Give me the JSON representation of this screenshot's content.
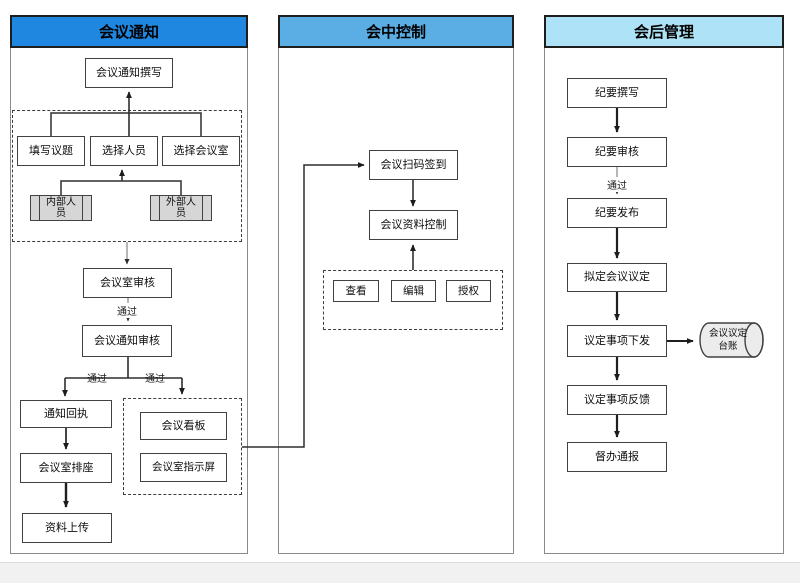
{
  "columns": [
    {
      "title": "会议通知",
      "color": "#1f87df"
    },
    {
      "title": "会中控制",
      "color": "#5aaee3"
    },
    {
      "title": "会后管理",
      "color": "#aee3f7"
    }
  ],
  "col1": {
    "notice_draft": "会议通知撰写",
    "fill_topic": "填写议题",
    "select_people": "选择人员",
    "select_room": "选择会议室",
    "internal_people": "内部人员",
    "external_people": "外部人员",
    "room_review": "会议室审核",
    "pass_room": "通过",
    "notice_review": "会议通知审核",
    "pass_left": "通过",
    "pass_right": "通过",
    "notice_receipt": "通知回执",
    "room_seating": "会议室排座",
    "material_upload": "资料上传",
    "meeting_board": "会议看板",
    "room_screen": "会议室指示屏"
  },
  "col2": {
    "scan_checkin": "会议扫码签到",
    "material_control": "会议资料控制",
    "view": "查看",
    "edit": "编辑",
    "authorize": "授权"
  },
  "col3": {
    "minutes_draft": "纪要撰写",
    "minutes_review": "纪要审核",
    "pass": "通过",
    "minutes_publish": "纪要发布",
    "draft_resolution": "拟定会议议定",
    "dispatch_items": "议定事项下发",
    "resolution_ledger": "会议议定台账",
    "items_feedback": "议定事项反馈",
    "supervision_report": "督办通报"
  }
}
